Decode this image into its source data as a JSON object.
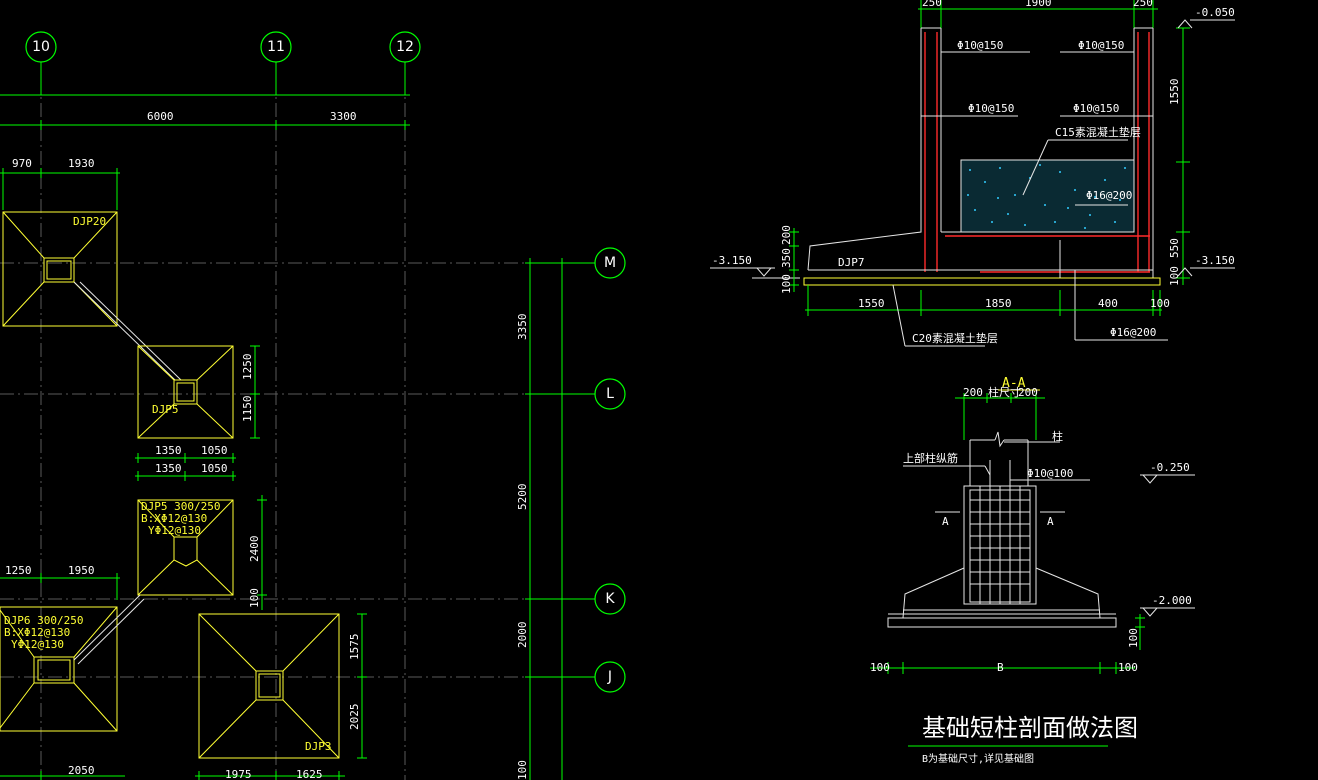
{
  "axes": {
    "vertical": [
      "10",
      "11",
      "12"
    ],
    "horizontal": [
      "M",
      "L",
      "K",
      "J"
    ]
  },
  "dimensions": {
    "top_span_1": "6000",
    "top_span_2": "3300",
    "djp20_left": "970",
    "djp20_right": "1930",
    "right_1": "3350",
    "right_2": "5200",
    "right_3": "2000",
    "djp5_h1": "1250",
    "djp5_h2": "1150",
    "djp5_w1": "1350",
    "djp5_w2": "1050",
    "djp5b_w1": "1350",
    "djp5b_w2": "1050",
    "djp5b_h": "2400",
    "djp5b_h2": "100",
    "djp6_w1": "1250",
    "djp6_w2": "1950",
    "djp3_h1": "1575",
    "djp3_h2": "2025",
    "djp3_w1": "1975",
    "djp3_w2": "1625",
    "bottom_left": "2050",
    "bottom_right": "100"
  },
  "footings": {
    "djp20": "DJP20",
    "djp5": "DJP5",
    "djp5b_line1": "DJP5 300/250",
    "djp5b_line2": "B:XΦ12@130",
    "djp5b_line3": "YΦ12@130",
    "djp6_line1": "DJP6 300/250",
    "djp6_line2": "B:XΦ12@130",
    "djp6_line3": "YΦ12@130",
    "djp3": "DJP3"
  },
  "section1": {
    "top_dim_1": "250",
    "top_dim_2": "1900",
    "top_dim_3": "250",
    "elev_top": "-0.050",
    "rebar_1": "Φ10@150",
    "rebar_2": "Φ10@150",
    "rebar_3": "Φ10@150",
    "rebar_4": "Φ10@150",
    "cushion_label": "C15素混凝土垫层",
    "rebar_5": "Φ16@200",
    "rebar_6": "Φ16@200",
    "dim_1550_right": "1550",
    "dim_550": "550",
    "dim_100_r": "100",
    "elev_left": "-3.150",
    "elev_right": "-3.150",
    "dim_200": "200",
    "dim_350": "350",
    "dim_100_l": "100",
    "footing": "DJP7",
    "bot_dim_1": "1550",
    "bot_dim_2": "1850",
    "bot_dim_3": "400",
    "bot_dim_4": "100",
    "bottom_cushion": "C20素混凝土垫层"
  },
  "section2": {
    "section_label": "A-A",
    "dim_200_l": "200",
    "dim_col": "柱尺寸",
    "dim_200_r": "200",
    "column": "柱",
    "upper_rebar": "上部柱纵筋",
    "stirrup": "Φ10@100",
    "elev_1": "-0.250",
    "cut_left": "A",
    "cut_right": "A",
    "elev_2": "-2.000",
    "dim_100_side": "100",
    "dim_100_bl": "100",
    "dim_b": "B",
    "dim_100_br": "100",
    "title": "基础短柱剖面做法图",
    "note": "B为基础尺寸,详见基础图"
  }
}
